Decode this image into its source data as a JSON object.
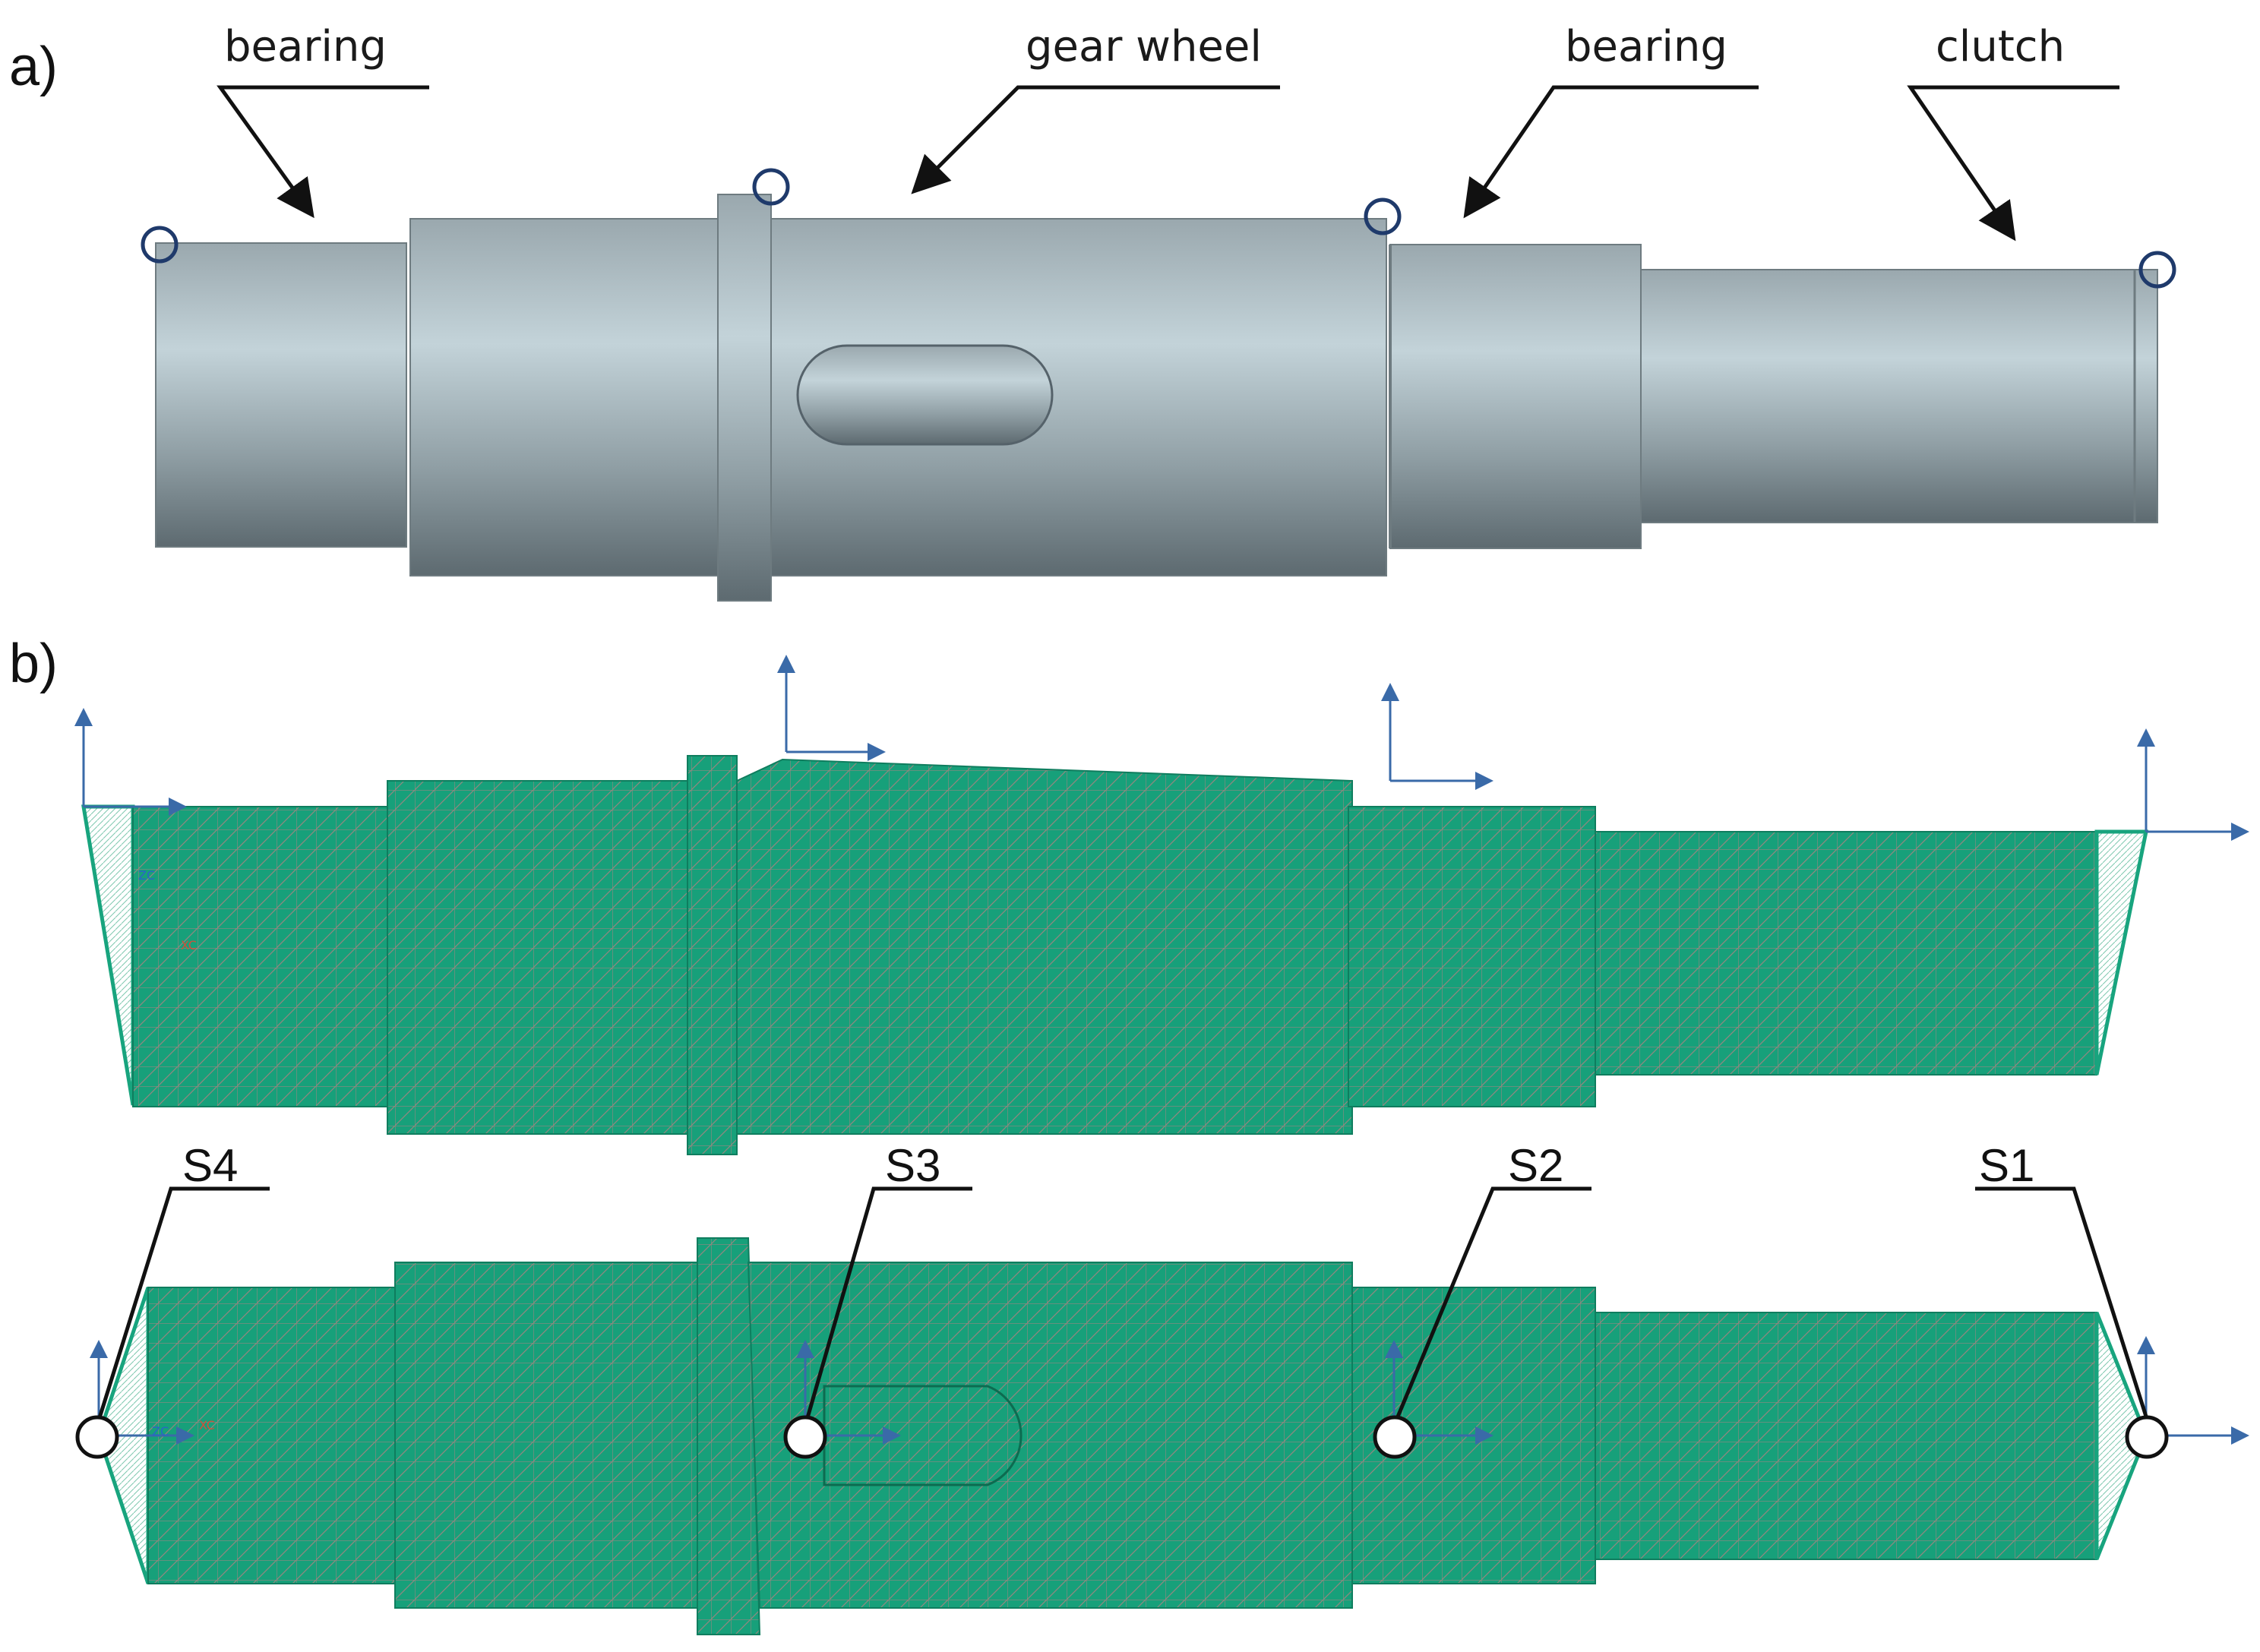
{
  "panels": {
    "a": "a)",
    "b": "b)"
  },
  "callouts": {
    "bearing_left": "bearing",
    "gear_wheel": "gear wheel",
    "bearing_right": "bearing",
    "clutch": "clutch"
  },
  "supports": {
    "s1": "S1",
    "s2": "S2",
    "s3": "S3",
    "s4": "S4"
  },
  "triad_labels": {
    "z": "ZC",
    "x": "XC"
  },
  "colors": {
    "shaft_gray": "#a9b7bd",
    "mesh_green": "#18a47e",
    "mesh_lines": "#c07a7a",
    "marker_blue": "#1f3a6b",
    "arrow_blue": "#3a6aa8"
  }
}
